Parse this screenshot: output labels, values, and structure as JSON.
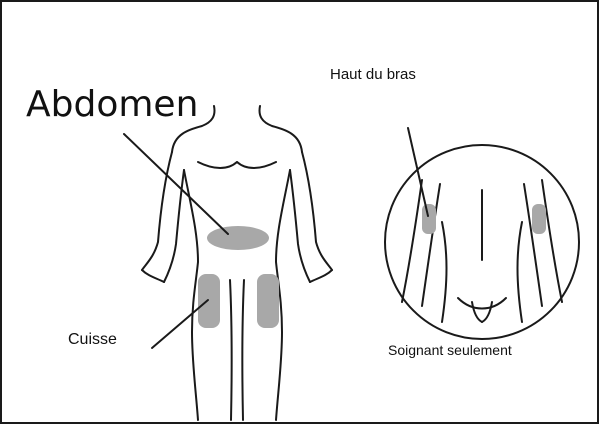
{
  "labels": {
    "abdomen": "Abdomen",
    "upper_arm": "Haut du bras",
    "thigh": "Cuisse",
    "caregiver_only": "Soignant seulement"
  },
  "colors": {
    "line": "#1a1a1a",
    "zone": "#a8a8a8",
    "background": "#ffffff"
  }
}
